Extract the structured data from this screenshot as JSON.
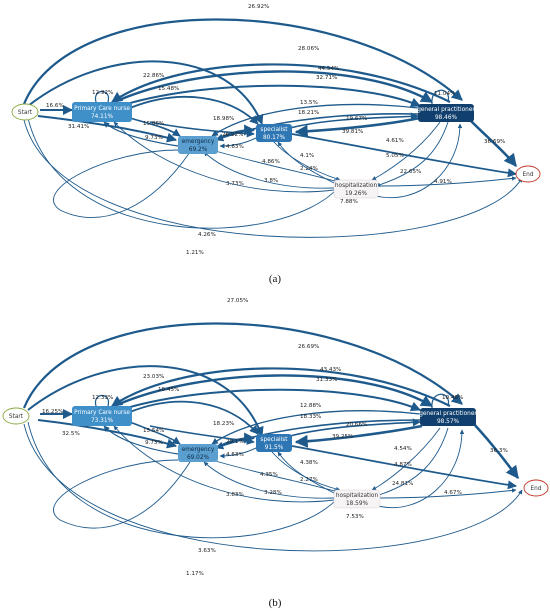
{
  "colors": {
    "edge": "#1e5a8c",
    "start_stroke": "#8aa83e",
    "end_stroke": "#c0392b",
    "nurse_fill": "#3f8fc9",
    "emergency_fill": "#5b9fd0",
    "specialist_fill": "#2f77b4",
    "gp_fill": "#11406e",
    "hospital_fill": "#f7f4f6"
  },
  "panel_a": {
    "caption": "(a)",
    "nodes": {
      "start": {
        "label": "Start"
      },
      "end": {
        "label": "End"
      },
      "nurse": {
        "label": "Primary Care nurse",
        "value": "74.11%"
      },
      "emergency": {
        "label": "emergency",
        "value": "69.2%"
      },
      "specialist": {
        "label": "specialist",
        "value": "80.17%"
      },
      "gp": {
        "label": "general practitioner",
        "value": "98.46%"
      },
      "hospital": {
        "label": "hospitalization",
        "value": "19.26%"
      }
    },
    "edge_labels": {
      "start_gp": "26.92%",
      "start_specialist": "28.06%",
      "start_nurse": "16.6%",
      "start_emergency": "31.41%",
      "start_hospital": "4.26%",
      "start_end": "1.21%",
      "nurse_self": "12.92%",
      "nurse_gp_a": "44.54%",
      "nurse_gp_b": "32.71%",
      "gp_nurse": "22.86%",
      "nurse_specialist": "15.48%",
      "nurse_emergency": "15.86%",
      "emergency_nurse": "9.73%",
      "gp_self": "11.04%",
      "gp_emergency_a": "13.5%",
      "gp_emergency_b": "18.21%",
      "specialist_gp": "19.67%",
      "gp_specialist": "39.81%",
      "gp_end": "36.69%",
      "nurse_specialist_b": "18.98%",
      "emergency_specialist": "26.92%",
      "specialist_emergency": "4.63%",
      "gp_hospital_a": "4.61%",
      "gp_hospital_b": "5.05%",
      "specialist_end": "22.65%",
      "hospital_end": "4.91%",
      "emergency_hospital": "4.86%",
      "specialist_hospital": "4.1%",
      "hospital_specialist": "2.24%",
      "hospital_nurse": "3.73%",
      "hospital_emergency": "3.8%",
      "hospital_gp": "7.88%"
    }
  },
  "panel_b": {
    "caption": "(b)",
    "nodes": {
      "start": {
        "label": "Start"
      },
      "end": {
        "label": "End"
      },
      "nurse": {
        "label": "Primary Care nurse",
        "value": "73.31%"
      },
      "emergency": {
        "label": "emergency",
        "value": "69.02%"
      },
      "specialist": {
        "label": "specialist",
        "value": "91.5%"
      },
      "gp": {
        "label": "general practitioner",
        "value": "98.57%"
      },
      "hospital": {
        "label": "hospitalization",
        "value": "18.59%"
      }
    },
    "edge_labels": {
      "start_gp": "27.05%",
      "start_specialist": "26.69%",
      "start_nurse": "16.25%",
      "start_emergency": "32.5%",
      "start_hospital": "3.63%",
      "start_end": "1.17%",
      "nurse_self": "12.33%",
      "nurse_gp_a": "43.43%",
      "nurse_gp_b": "31.33%",
      "gp_nurse": "23.03%",
      "nurse_specialist": "16.45%",
      "nurse_emergency": "15.54%",
      "emergency_nurse": "9.73%",
      "gp_self": "10.48%",
      "gp_emergency_a": "12.88%",
      "gp_emergency_b": "18.33%",
      "specialist_gp": "20.66%",
      "gp_specialist": "39.25%",
      "gp_end": "36.3%",
      "nurse_specialist_b": "18.23%",
      "emergency_specialist": "29.1%",
      "specialist_emergency": "4.63%",
      "gp_hospital_a": "4.54%",
      "gp_hospital_b": "4.87%",
      "specialist_end": "24.81%",
      "hospital_end": "4.67%",
      "emergency_hospital": "4.35%",
      "specialist_hospital": "4.38%",
      "hospital_specialist": "2.27%",
      "hospital_nurse": "3.83%",
      "hospital_emergency": "3.28%",
      "hospital_gp": "7.53%"
    }
  }
}
